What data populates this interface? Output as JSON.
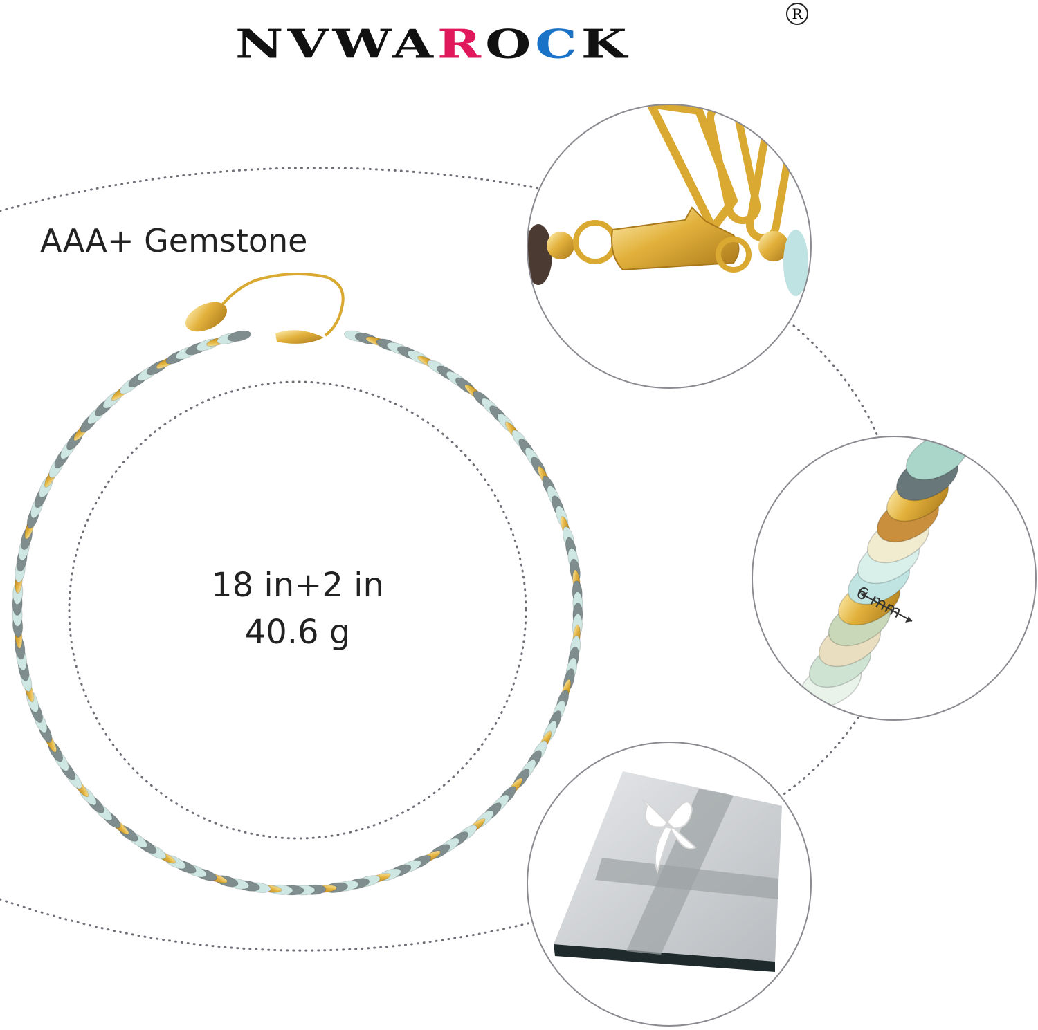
{
  "brand": {
    "logo_letters": [
      {
        "char": "N",
        "color": "#111111"
      },
      {
        "char": "V",
        "color": "#111111"
      },
      {
        "char": "W",
        "color": "#111111"
      },
      {
        "char": "A",
        "color": "#111111"
      },
      {
        "char": "R",
        "color": "#e0195c"
      },
      {
        "char": "O",
        "color": "#111111"
      },
      {
        "char": "C",
        "color": "#1b73c8"
      },
      {
        "char": "K",
        "color": "#111111"
      }
    ],
    "registered_mark": "R"
  },
  "features": {
    "gemstone_label": "AAA+ Gemstone",
    "length": "18 in+2 in",
    "weight": "40.6 g",
    "bead_size": "6 mm"
  },
  "colors": {
    "gold": "#d9a932",
    "dotted_line": "#6e6e76"
  }
}
